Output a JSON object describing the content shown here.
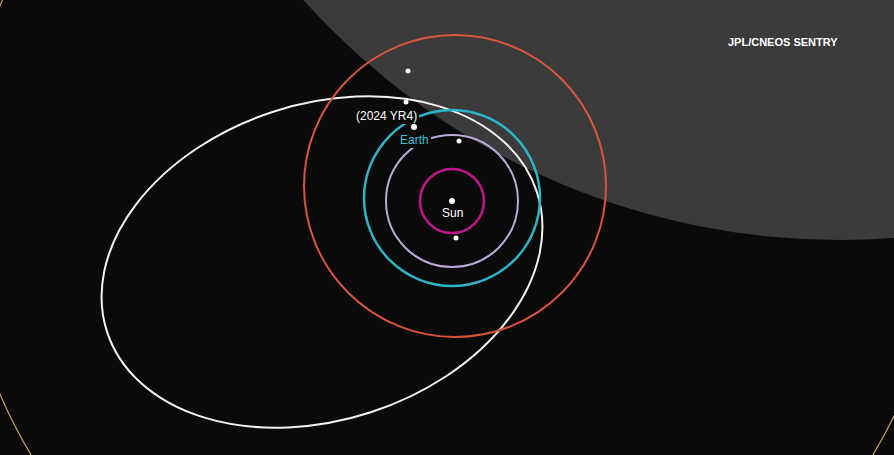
{
  "diagram": {
    "labels": [
      "JPL/CNEOS SENTRY",
      "(2024 YR4)",
      "Earth",
      "Sun"
    ]
  }
}
